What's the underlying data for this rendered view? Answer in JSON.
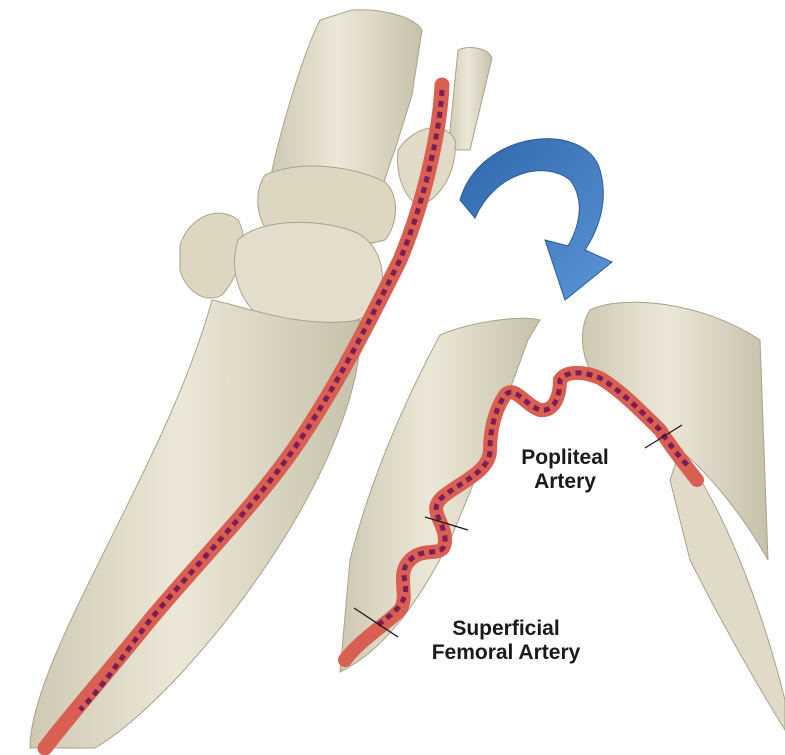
{
  "labels": {
    "popliteal_line1": "Popliteal",
    "popliteal_line2": "Artery",
    "sfa_line1": "Superficial",
    "sfa_line2": "Femoral Artery"
  },
  "colors": {
    "bone": "#e3decb",
    "bone_shadow": "#bdb7a0",
    "artery": "#e06a5c",
    "stent": "#7a1e55",
    "arrow": "#3f7bc0"
  },
  "icons": {
    "rotation": "curved-arrow-icon"
  }
}
